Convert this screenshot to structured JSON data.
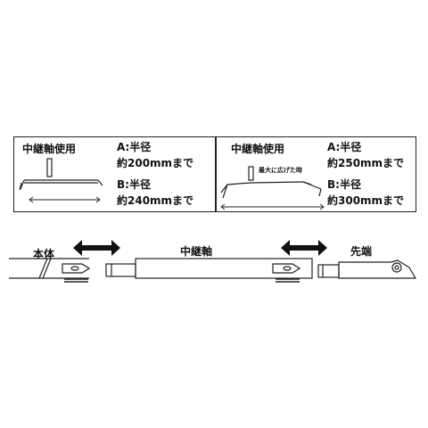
{
  "left_panel": {
    "title": "中継軸使用",
    "a_label": "A:半径",
    "a_value": "約200mmまで",
    "b_label": "B:半径",
    "b_value": "約240mmまで"
  },
  "right_panel": {
    "title": "中継軸使用",
    "max_open_note": "最大に広げた時",
    "a_label": "A:半径",
    "a_value": "約250mmまで",
    "b_label": "B:半径",
    "b_value": "約300mmまで"
  },
  "assembly": {
    "body_label": "本体",
    "extension_label": "中継軸",
    "tip_label": "先端"
  },
  "colors": {
    "line": "#222222",
    "fill": "#ffffff"
  }
}
